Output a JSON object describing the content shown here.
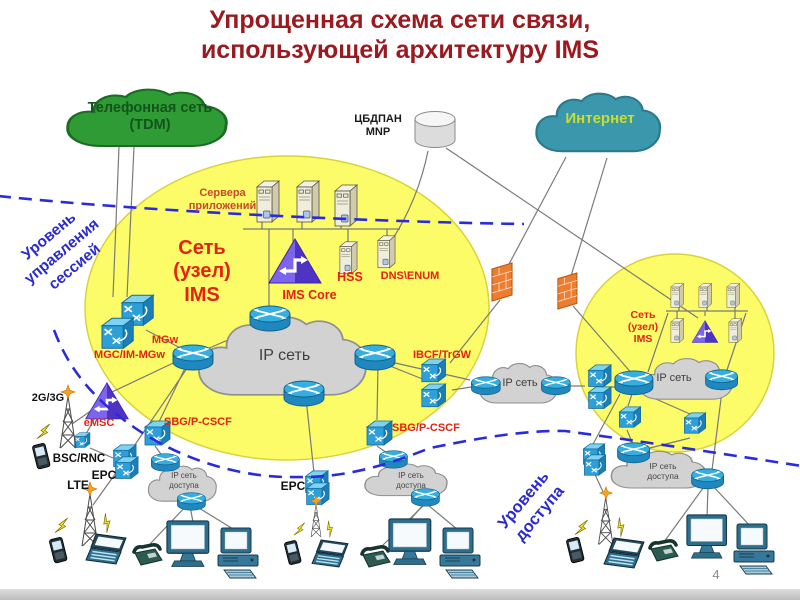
{
  "title": {
    "line1": "Упрощенная схема сети связи,",
    "line2": "использующей архитектуру IMS"
  },
  "clouds": {
    "tdm": {
      "line1": "Телефонная сеть",
      "line2": "(TDM)"
    },
    "internet": {
      "label": "Интернет"
    },
    "ip_big": {
      "label": "IP сеть"
    },
    "ip_mid": {
      "label": "IP сеть"
    },
    "ip_right": {
      "label": "IP сеть"
    },
    "access_left": {
      "line1": "IP сеть",
      "line2": "доступа"
    },
    "access_mid": {
      "line1": "IP сеть",
      "line2": "доступа"
    },
    "access_right": {
      "line1": "IP сеть",
      "line2": "доступа"
    }
  },
  "nodes": {
    "mnp": {
      "line1": "ЦБДПАН",
      "line2": "MNP"
    },
    "app_servers": {
      "line1": "Сервера",
      "line2": "приложений"
    },
    "ims_big": {
      "line1": "Сеть",
      "line2": "(узел)",
      "line3": "IMS"
    },
    "ims_small": {
      "line1": "Сеть",
      "line2": "(узел)",
      "line3": "IMS"
    },
    "ims_core": {
      "label": "IMS Core"
    },
    "hss": {
      "label": "HSS"
    },
    "dns_enum": {
      "label": "DNS\\ENUM"
    },
    "mgw": {
      "label": "MGw"
    },
    "mgc_im_mgw": {
      "label": "MGC/IM-MGw"
    },
    "ibcf_trgw": {
      "label": "IBCF/TrGW"
    },
    "sbg_left": {
      "label": "SBG/P-CSCF"
    },
    "sbg_right": {
      "label": "SBG/P-CSCF"
    },
    "emsc": {
      "label": "eMSC"
    },
    "radio_2g3g": {
      "label": "2G/3G"
    },
    "bsc_rnc": {
      "label": "BSC/RNC"
    },
    "epc_left": {
      "label": "EPC"
    },
    "epc_center": {
      "label": "EPC"
    },
    "lte": {
      "label": "LTE"
    }
  },
  "levels": {
    "session": {
      "line1": "Уровень",
      "line2": "управления",
      "line3": "сессией"
    },
    "access": {
      "line1": "Уровень",
      "line2": "доступа"
    }
  },
  "page": {
    "number": "4"
  },
  "colors": {
    "title_red": "#9A1A20",
    "node_label_red": "#E32313",
    "level_blue": "#2A2ACF",
    "ellipse_yellow": "#FCFC69",
    "tdm_green": "#2E9B35",
    "internet_teal": "#3B97AB",
    "router_blue": "#2D9FD9",
    "firewall_orange": "#ED7D31"
  }
}
